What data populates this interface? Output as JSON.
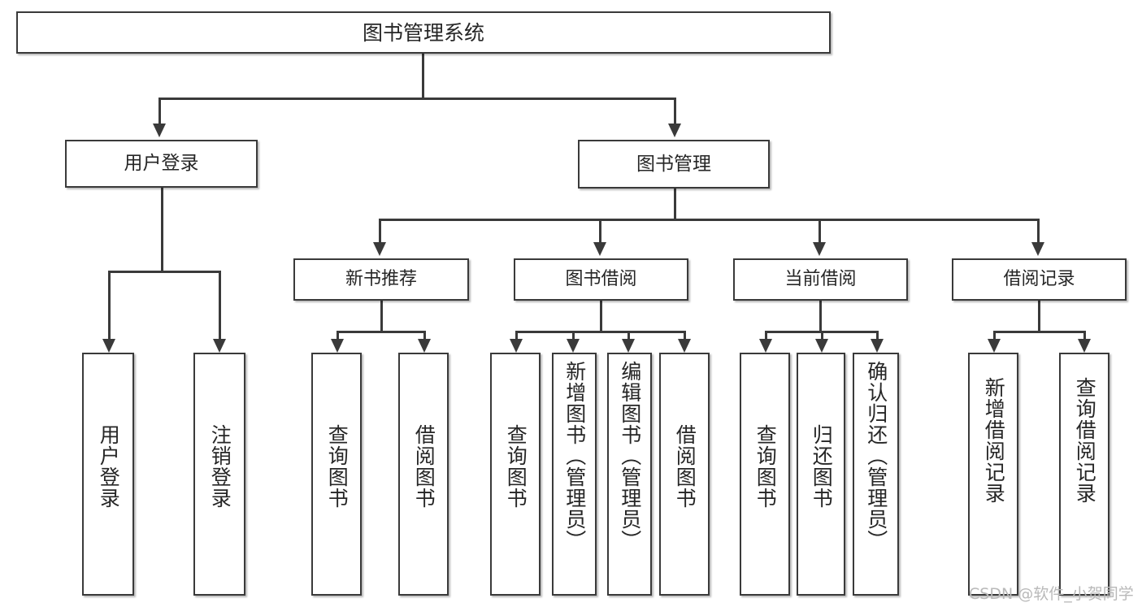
{
  "diagram": {
    "type": "tree-hierarchy-chart",
    "title": "图书管理系统",
    "root": {
      "id": "root",
      "label": "图书管理系统"
    },
    "level2": [
      {
        "id": "user-login",
        "label": "用户登录"
      },
      {
        "id": "book-management",
        "label": "图书管理"
      }
    ],
    "level3": [
      {
        "id": "new-book-recommend",
        "label": "新书推荐",
        "parent": "book-management"
      },
      {
        "id": "book-borrow",
        "label": "图书借阅",
        "parent": "book-management"
      },
      {
        "id": "current-borrow",
        "label": "当前借阅",
        "parent": "book-management"
      },
      {
        "id": "borrow-record",
        "label": "借阅记录",
        "parent": "book-management"
      }
    ],
    "leaves": [
      {
        "id": "leaf-user-login",
        "label": "用户登录",
        "parent": "user-login"
      },
      {
        "id": "leaf-logout",
        "label": "注销登录",
        "parent": "user-login"
      },
      {
        "id": "leaf-query-book-1",
        "label": "查询图书",
        "parent": "new-book-recommend"
      },
      {
        "id": "leaf-borrow-book-1",
        "label": "借阅图书",
        "parent": "new-book-recommend"
      },
      {
        "id": "leaf-query-book-2",
        "label": "查询图书",
        "parent": "book-borrow"
      },
      {
        "id": "leaf-add-book",
        "label": "新增图书（管理员）",
        "parent": "book-borrow"
      },
      {
        "id": "leaf-edit-book",
        "label": "编辑图书（管理员）",
        "parent": "book-borrow"
      },
      {
        "id": "leaf-borrow-book-2",
        "label": "借阅图书",
        "parent": "book-borrow"
      },
      {
        "id": "leaf-query-book-3",
        "label": "查询图书",
        "parent": "current-borrow"
      },
      {
        "id": "leaf-return-book",
        "label": "归还图书",
        "parent": "current-borrow"
      },
      {
        "id": "leaf-confirm-return",
        "label": "确认归还（管理员）",
        "parent": "current-borrow"
      },
      {
        "id": "leaf-add-record",
        "label": "新增借阅记录",
        "parent": "borrow-record"
      },
      {
        "id": "leaf-query-record",
        "label": "查询借阅记录",
        "parent": "borrow-record"
      }
    ]
  },
  "watermark": {
    "text": "CSDN @软件_小贺同学"
  },
  "colors": {
    "background": "#ffffff",
    "box_border": "#3a3a3a",
    "box_fill": "#ffffff",
    "text": "#262626",
    "connector": "#3a3a3a",
    "watermark": "#b9b9b9"
  }
}
